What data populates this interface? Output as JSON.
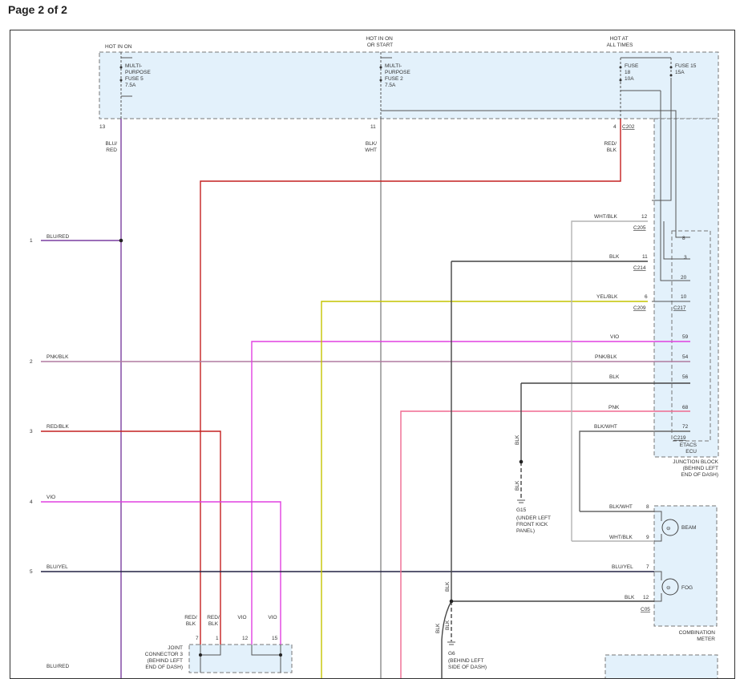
{
  "header": {
    "page_label": "Page 2 of 2"
  },
  "colors": {
    "blu_red": "#7a3fa0",
    "red": "#c42020",
    "blk": "#444444",
    "blk_wht": "#8a8a8a",
    "wht_blk": "#b4b4b4",
    "yel": "#c4c400",
    "vio": "#e040e0",
    "pnk_blk": "#b07aa0",
    "pnk": "#f06a90",
    "blu_yel": "#222244",
    "panel_fill": "#e3f1fb"
  },
  "power": {
    "hot_in_on": "HOT IN ON",
    "hot_in_on_or_start": [
      "HOT IN ON",
      "OR START"
    ],
    "hot_at_all_times": [
      "HOT AT",
      "ALL TIMES"
    ],
    "fuse5": [
      "MULTI-",
      "PURPOSE",
      "FUSE 5",
      "7.5A"
    ],
    "fuse2": [
      "MULTI-",
      "PURPOSE",
      "FUSE 2",
      "7.5A"
    ],
    "fuse18": [
      "FUSE",
      "18",
      "10A"
    ],
    "fuse15": [
      "FUSE 15",
      "15A"
    ],
    "pin13": "13",
    "pin11": "11",
    "pin4": "4",
    "c202": "C202",
    "w_blu_red": [
      "BLU/",
      "RED"
    ],
    "w_blk_wht": [
      "BLK/",
      "WHT"
    ],
    "w_red_blk": [
      "RED/",
      "BLK"
    ]
  },
  "left_circuits": [
    {
      "num": "1",
      "wire": "BLU/RED"
    },
    {
      "num": "2",
      "wire": "PNK/BLK"
    },
    {
      "num": "3",
      "wire": "RED/BLK"
    },
    {
      "num": "4",
      "wire": "VIO"
    },
    {
      "num": "5",
      "wire": "BLU/YEL"
    }
  ],
  "etacs_pins": {
    "r1": {
      "wire": "WHT/BLK",
      "pin": "12",
      "conn": "C205"
    },
    "r2": {
      "wire": "BLK",
      "pin": "11",
      "conn": "C214"
    },
    "r3": {
      "wire": "YEL/BLK",
      "pin": "6",
      "conn": "C209"
    },
    "p8": "8",
    "p3": "3",
    "p20": "20",
    "p10": "10",
    "c217": "C217",
    "p59": {
      "wire": "VIO",
      "pin": "59"
    },
    "p54": {
      "wire": "PNK/BLK",
      "pin": "54"
    },
    "p56": {
      "wire": "BLK",
      "pin": "56"
    },
    "p68": {
      "wire": "PNK",
      "pin": "68"
    },
    "p72": {
      "wire": "BLK/WHT",
      "pin": "72"
    },
    "c219": "C219",
    "etacs": [
      "ETACS",
      "ECU"
    ],
    "junction_block": [
      "JUNCTION BLOCK",
      "(BEHIND LEFT",
      "END OF DASH)"
    ]
  },
  "ground_g15": {
    "wire": "BLK",
    "name": "G15",
    "location": [
      "(UNDER LEFT",
      "FRONT KICK",
      "PANEL)"
    ]
  },
  "combination_meter": {
    "r1": {
      "wire": "BLK/WHT",
      "pin": "8"
    },
    "r2": {
      "wire": "WHT/BLK",
      "pin": "9"
    },
    "r3": {
      "wire": "BLU/YEL",
      "pin": "7"
    },
    "r4": {
      "wire": "BLK",
      "pin": "12"
    },
    "conn": "C05",
    "beam": "BEAM",
    "fog": "FOG",
    "label": [
      "COMBINATION",
      "METER"
    ]
  },
  "joint_connector": {
    "labels": [
      "RED/",
      "BLK",
      "RED/",
      "BLK",
      "VIO",
      "VIO"
    ],
    "pins": [
      "7",
      "1",
      "12",
      "15"
    ],
    "name": [
      "JOINT",
      "CONNECTOR 3",
      "(BEHIND LEFT",
      "END OF DASH)"
    ]
  },
  "ground_g6": {
    "wire": "BLK",
    "name": "G6",
    "location": [
      "(BEHIND LEFT",
      "SIDE OF DASH)"
    ]
  },
  "bottom": {
    "wire": "BLU/RED"
  }
}
